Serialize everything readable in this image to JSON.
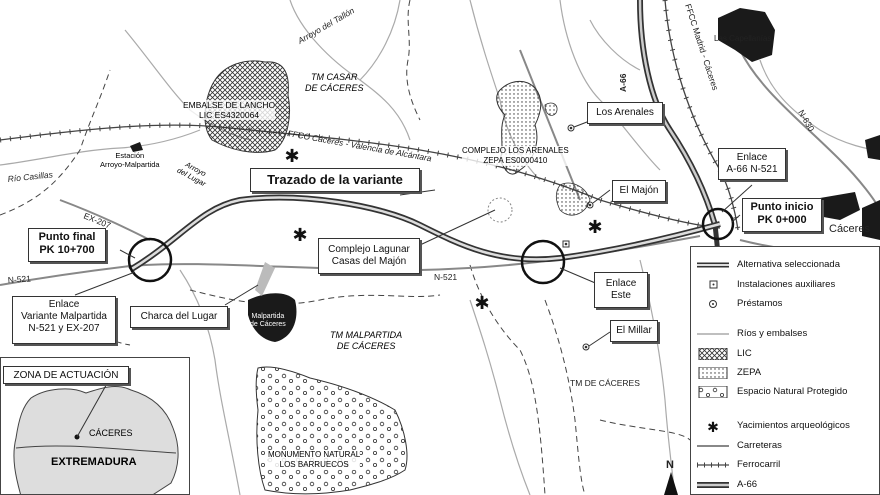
{
  "callouts": {
    "trazado": "Trazado de la variante",
    "punto_final": "Punto final\nPK 10+700",
    "punto_inicio": "Punto inicio\nPK 0+000",
    "enlace_malpartida": "Enlace\nVariante Malpartida\nN-521 y EX-207",
    "charca": "Charca del Lugar",
    "complejo_lagunar": "Complejo Lagunar\nCasas del Majón",
    "enlace_este": "Enlace\nEste",
    "enlace_a66": "Enlace\nA-66 N-521",
    "los_arenales": "Los Arenales",
    "el_majon": "El Majón",
    "el_millar": "El Millar"
  },
  "map_labels": {
    "arroyo_tallon": "Arroyo del Tallón",
    "tm_casar": "TM CASAR\nDE CÁCERES",
    "embalse": "EMBALSE DE LANCHO\nLIC ES4320064",
    "ffcc_caceres": "FFCC Cáceres - Valencia de Alcántara",
    "ffcc_madrid": "FFCC Madrid - Cáceres",
    "a66": "A-66",
    "n630": "N-630",
    "las_capellanias": "Las Capellanías",
    "estacion": "Estación\nArroyo-Malpartida",
    "rio_casillas": "Río Casillas",
    "arroyo_lugar": "Arroyo\ndel Lugar",
    "complejo_arenales": "COMPLEJO LOS ARENALES\nZEPA ES0000410",
    "ex207": "EX-207",
    "n521_west": "N-521",
    "n521_mid": "N-521",
    "caceres": "Cáceres",
    "malpartida": "Malpartida\nde Cáceres",
    "tm_malpartida": "TM MALPARTIDA\nDE CÁCERES",
    "tm_caceres": "TM DE CÁCERES",
    "monumento": "MONUMENTO NATURAL\nLOS BARRUECOS",
    "north": "N"
  },
  "inset": {
    "title": "ZONA DE ACTUACIÓN",
    "city": "CÁCERES",
    "region": "EXTREMADURA"
  },
  "legend": {
    "items": [
      {
        "label": "Alternativa seleccionada",
        "symbol": "double-line"
      },
      {
        "label": "Instalaciones auxiliares",
        "symbol": "square-dot"
      },
      {
        "label": "Préstamos",
        "symbol": "circle-dot"
      },
      {
        "label": "Ríos y embalses",
        "symbol": "thin-line"
      },
      {
        "label": "LIC",
        "symbol": "crosshatch"
      },
      {
        "label": "ZEPA",
        "symbol": "dots"
      },
      {
        "label": "Espacio Natural Protegido",
        "symbol": "stone-pattern"
      },
      {
        "label": "Yacimientos arqueológicos",
        "symbol": "asterisk"
      },
      {
        "label": "Carreteras",
        "symbol": "line"
      },
      {
        "label": "Ferrocarril",
        "symbol": "rail"
      },
      {
        "label": "A-66",
        "symbol": "highway"
      }
    ]
  },
  "colors": {
    "road": "#777777",
    "river": "#aaaaaa",
    "urban": "#1a1a1a",
    "variant": "#555555"
  }
}
